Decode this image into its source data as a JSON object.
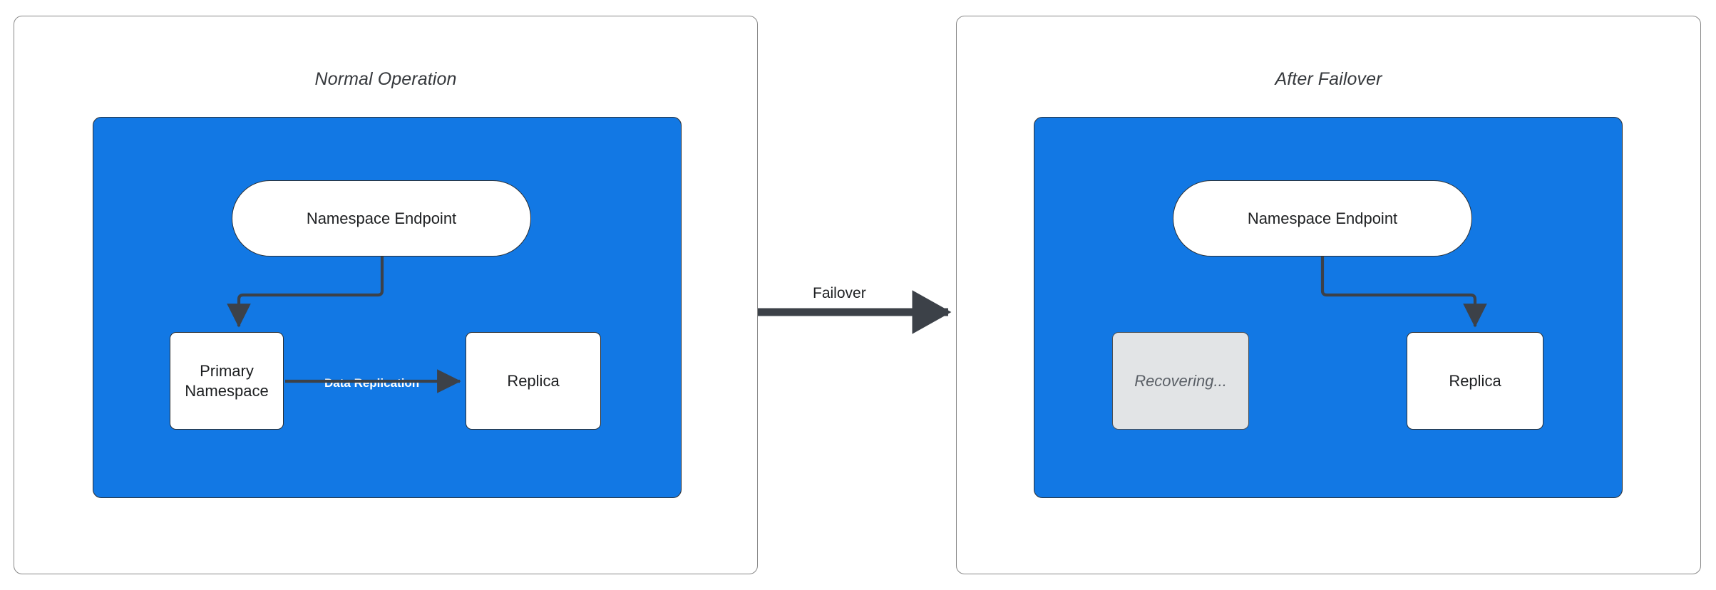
{
  "diagram": {
    "title_hidden": "",
    "colors": {
      "region_blue": "#1278e4",
      "node_white": "#ffffff",
      "node_disabled_gray": "#e2e4e6",
      "stroke_dark": "#2a2f34",
      "panel_border": "#888888",
      "label_white": "#ffffff"
    },
    "panels": [
      {
        "id": "normal",
        "title": "Normal Operation",
        "region": {
          "name": "namespace-region",
          "nodes": [
            {
              "id": "endpoint",
              "label": "Namespace Endpoint",
              "shape": "pill",
              "state": "active"
            },
            {
              "id": "primary",
              "label": "Primary\nNamespace",
              "line1": "Primary",
              "line2": "Namespace",
              "shape": "rect",
              "state": "active"
            },
            {
              "id": "replica",
              "label": "Replica",
              "shape": "rect",
              "state": "active"
            }
          ],
          "edges": [
            {
              "from": "endpoint",
              "to": "primary",
              "label": "",
              "style": "elbow-arrow"
            },
            {
              "from": "primary",
              "to": "replica",
              "label": "Data Replication",
              "style": "straight-arrow"
            }
          ]
        }
      },
      {
        "id": "failover",
        "title": "After Failover",
        "region": {
          "name": "namespace-region",
          "nodes": [
            {
              "id": "endpoint",
              "label": "Namespace Endpoint",
              "shape": "pill",
              "state": "active"
            },
            {
              "id": "recovering",
              "label": "Recovering...",
              "shape": "rect",
              "state": "disabled"
            },
            {
              "id": "replica",
              "label": "Replica",
              "shape": "rect",
              "state": "active"
            }
          ],
          "edges": [
            {
              "from": "endpoint",
              "to": "replica",
              "label": "",
              "style": "elbow-arrow"
            }
          ]
        }
      }
    ],
    "transition": {
      "label": "Failover",
      "from_panel": "normal",
      "to_panel": "failover",
      "style": "thick-arrow"
    }
  }
}
